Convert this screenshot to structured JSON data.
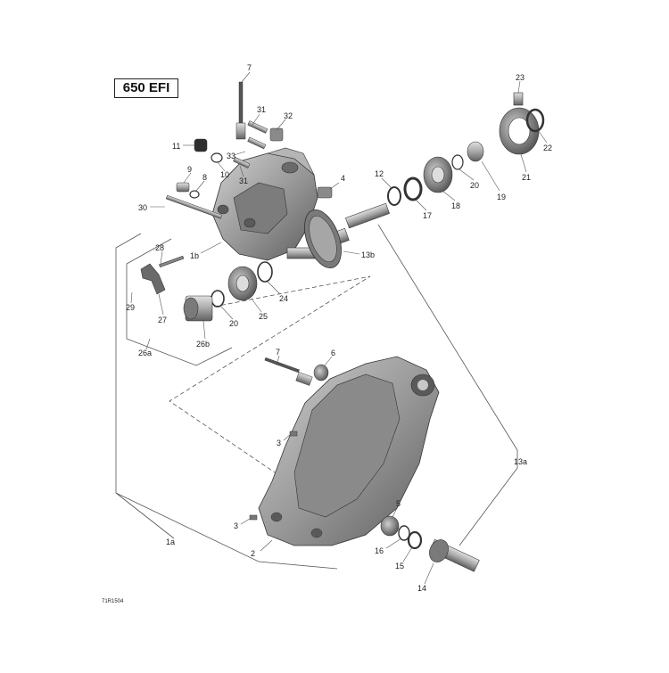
{
  "title": "650 EFI",
  "illustration_code": "71R1504",
  "colors": {
    "part_fill": "#9a9a9a",
    "part_dark": "#5a5a5a",
    "part_light": "#c8c8c8",
    "line": "#333333"
  },
  "callouts": [
    {
      "id": "c7a",
      "label": "7"
    },
    {
      "id": "c31a",
      "label": "31"
    },
    {
      "id": "c32",
      "label": "32"
    },
    {
      "id": "c11",
      "label": "11"
    },
    {
      "id": "c33",
      "label": "33"
    },
    {
      "id": "c10",
      "label": "10"
    },
    {
      "id": "c9",
      "label": "9"
    },
    {
      "id": "c8",
      "label": "8"
    },
    {
      "id": "c31b",
      "label": "31"
    },
    {
      "id": "c4",
      "label": "4"
    },
    {
      "id": "c30",
      "label": "30"
    },
    {
      "id": "c23",
      "label": "23"
    },
    {
      "id": "c22",
      "label": "22"
    },
    {
      "id": "c21",
      "label": "21"
    },
    {
      "id": "c19",
      "label": "19"
    },
    {
      "id": "c20a",
      "label": "20"
    },
    {
      "id": "c18",
      "label": "18"
    },
    {
      "id": "c17",
      "label": "17"
    },
    {
      "id": "c12",
      "label": "12"
    },
    {
      "id": "c1b",
      "label": "1b"
    },
    {
      "id": "c13b",
      "label": "13b"
    },
    {
      "id": "c28",
      "label": "28"
    },
    {
      "id": "c24",
      "label": "24"
    },
    {
      "id": "c25",
      "label": "25"
    },
    {
      "id": "c20b",
      "label": "20"
    },
    {
      "id": "c26b",
      "label": "26b"
    },
    {
      "id": "c29",
      "label": "29"
    },
    {
      "id": "c27",
      "label": "27"
    },
    {
      "id": "c26a",
      "label": "26a"
    },
    {
      "id": "c7b",
      "label": "7"
    },
    {
      "id": "c6",
      "label": "6"
    },
    {
      "id": "c3a",
      "label": "3"
    },
    {
      "id": "c13a",
      "label": "13a"
    },
    {
      "id": "c3b",
      "label": "3"
    },
    {
      "id": "c5",
      "label": "5"
    },
    {
      "id": "c1a",
      "label": "1a"
    },
    {
      "id": "c2",
      "label": "2"
    },
    {
      "id": "c16",
      "label": "16"
    },
    {
      "id": "c15",
      "label": "15"
    },
    {
      "id": "c14",
      "label": "14"
    }
  ]
}
